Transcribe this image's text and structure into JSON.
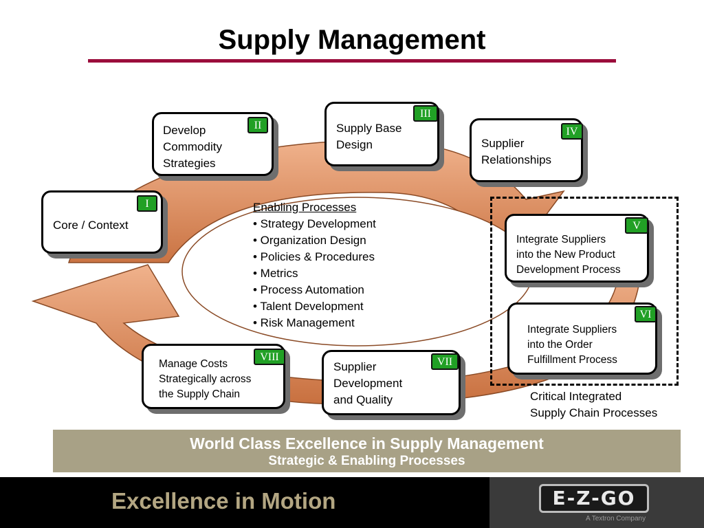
{
  "title": "Supply Management",
  "boxes": {
    "b1": {
      "num": "I",
      "text": "Core / Context"
    },
    "b2": {
      "num": "II",
      "text": "Develop\nCommodity\nStrategies"
    },
    "b3": {
      "num": "III",
      "text": "Supply Base\nDesign"
    },
    "b4": {
      "num": "IV",
      "text": "Supplier\nRelationships"
    },
    "b5": {
      "num": "V",
      "text": "Integrate Suppliers\ninto the New Product\nDevelopment Process"
    },
    "b6": {
      "num": "VI",
      "text": "Integrate Suppliers\ninto the Order\nFulfillment Process"
    },
    "b7": {
      "num": "VII",
      "text": "Supplier\nDevelopment\nand Quality"
    },
    "b8": {
      "num": "VIII",
      "text": "Manage Costs\nStrategically across\nthe Supply Chain"
    }
  },
  "enabling": {
    "heading": "Enabling Processes",
    "items": [
      "• Strategy Development",
      "• Organization Design",
      "• Policies & Procedures",
      "• Metrics",
      "• Process Automation",
      "• Talent Development",
      "• Risk Management"
    ]
  },
  "critical_label": "Critical Integrated\nSupply Chain Processes",
  "banner": {
    "line1": "World Class Excellence in Supply Management",
    "line2": "Strategic & Enabling Processes"
  },
  "footer": {
    "tagline": "Excellence in Motion",
    "logo_text": "E-Z-GO",
    "logo_sub": "A Textron Company"
  },
  "colors": {
    "title_rule": "#9b0d3c",
    "arrow_fill": "#d9885a",
    "banner_bg": "#a8a186",
    "number_badge": "#21a025",
    "tagline": "#b3a682"
  }
}
